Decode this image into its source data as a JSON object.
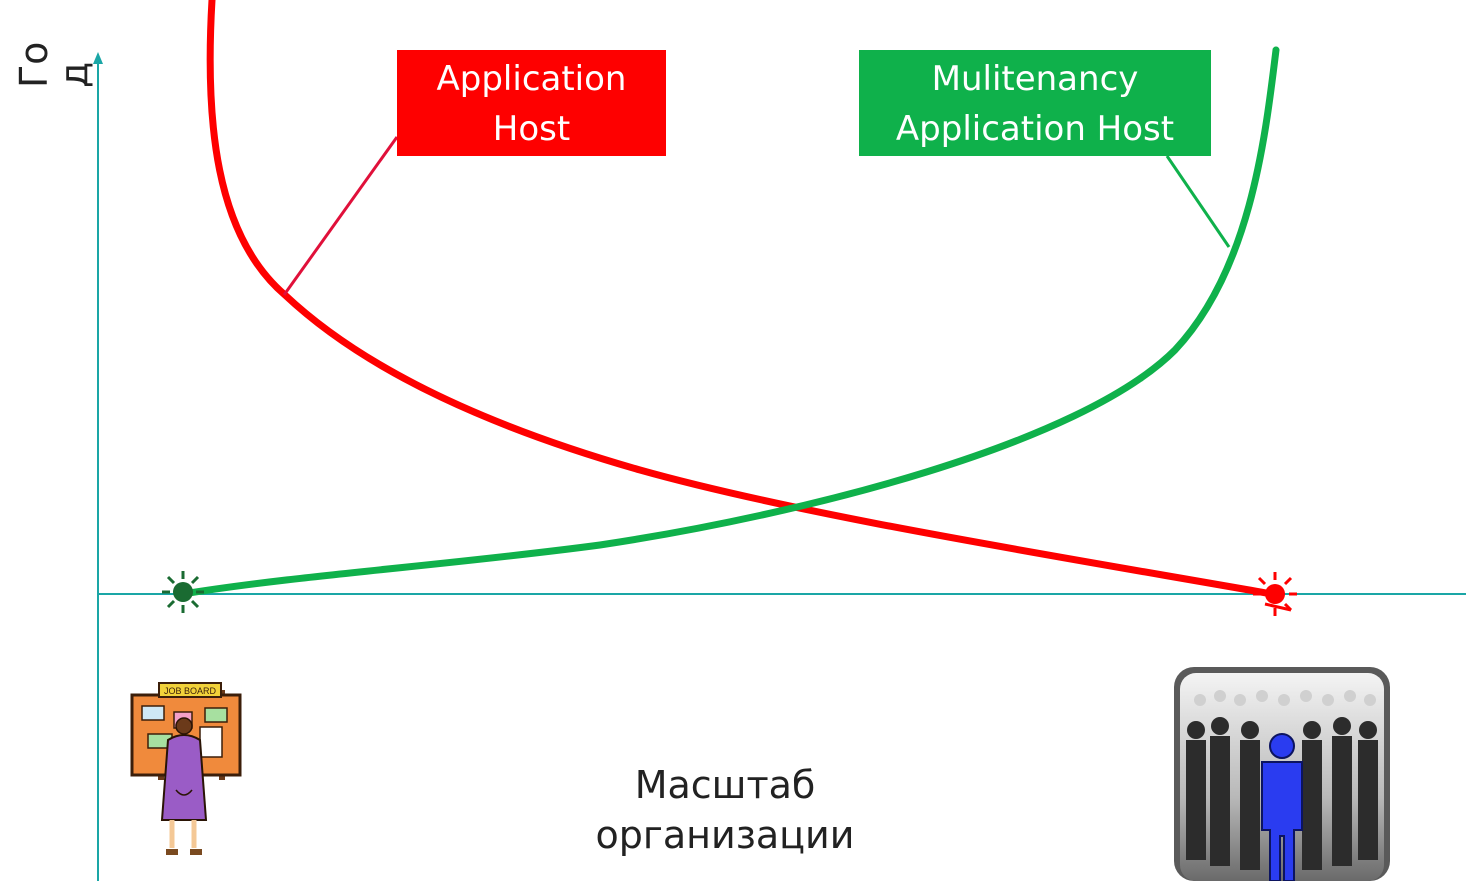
{
  "y_axis_label": {
    "line1": "Го",
    "line2": "д"
  },
  "x_axis_label": {
    "line1": "Масштаб",
    "line2": "организации"
  },
  "callouts": {
    "application_host": {
      "line1": "Application",
      "line2": "Host"
    },
    "multitenancy_host": {
      "line1": "Mulitenancy",
      "line2": "Application Host"
    }
  },
  "illustrations": {
    "job_board_sign": "JOB BOARD"
  },
  "colors": {
    "axis": "#1aa6a6",
    "application_host": "#fe0000",
    "multitenancy_host": "#0fb14b",
    "red_marker": "#fe0000",
    "green_marker": "#1a6b32",
    "person_highlight": "#2a3cf0"
  }
}
